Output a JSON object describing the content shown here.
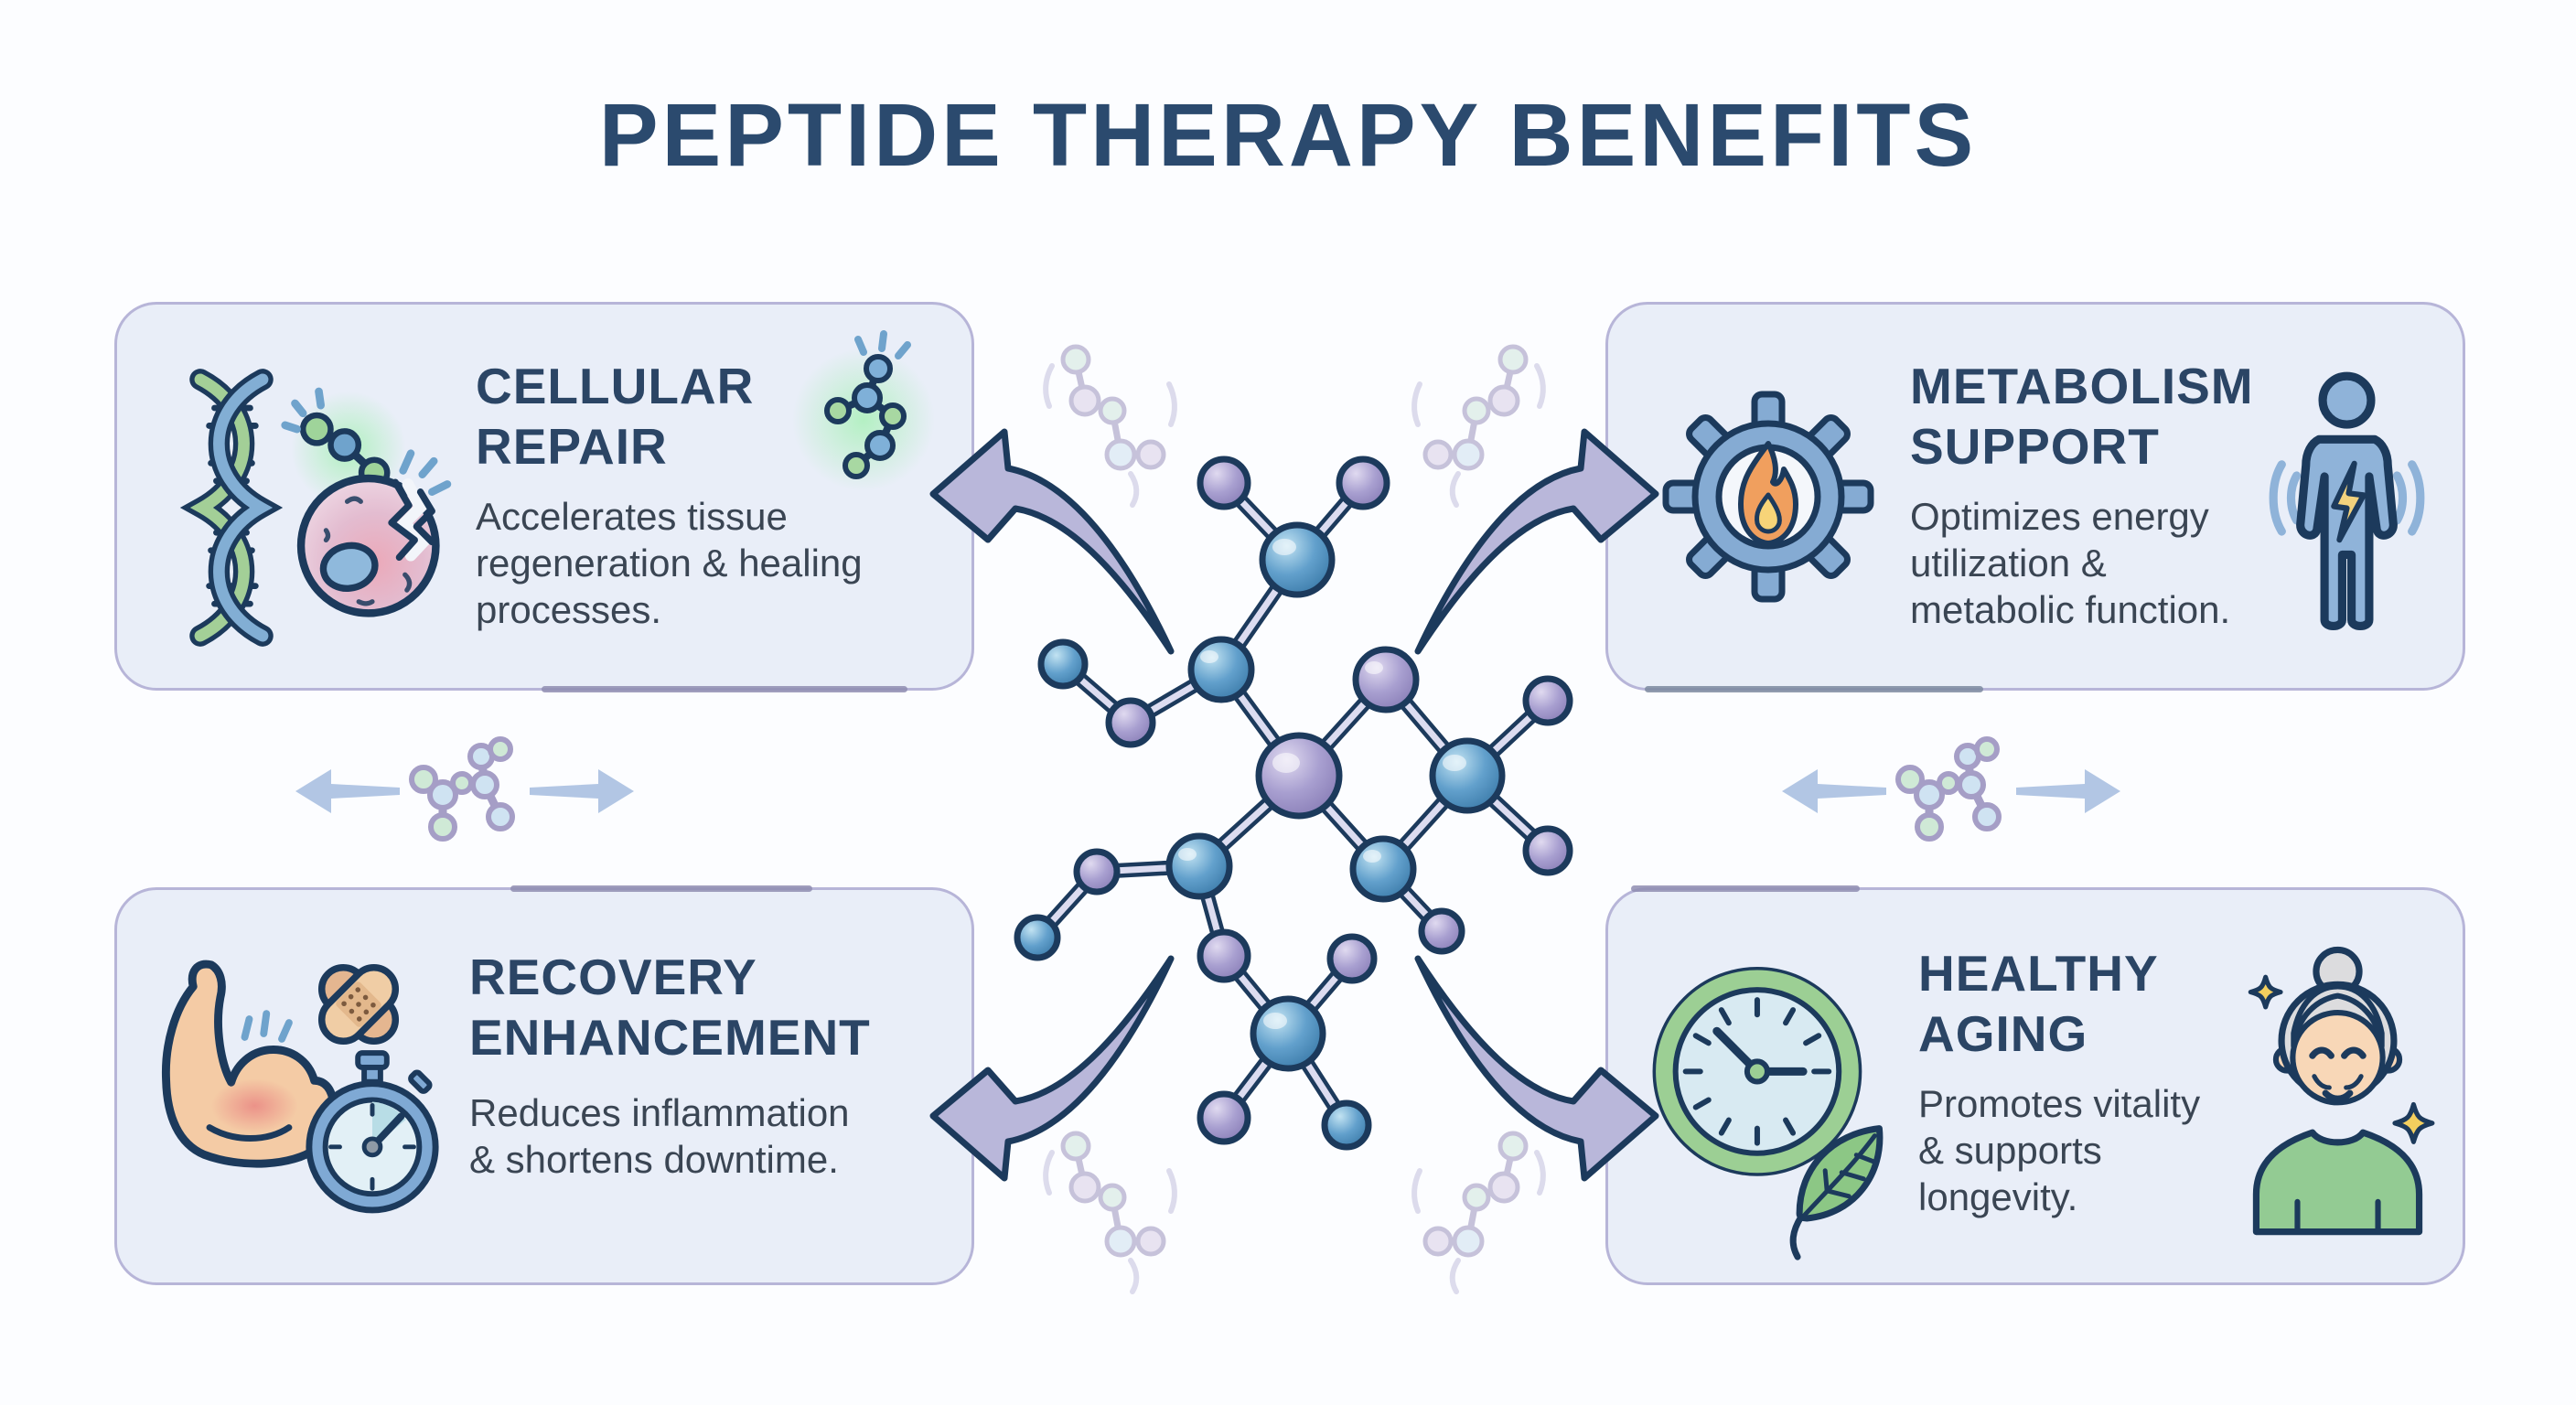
{
  "header": {
    "title": "PEPTIDE THERAPY BENEFITS"
  },
  "cards": [
    {
      "id": "cellular-repair",
      "title": [
        "CELLULAR",
        "REPAIR"
      ],
      "body": [
        "Accelerates tissue",
        "regeneration & healing",
        "processes."
      ],
      "icons": [
        "dna-icon",
        "damaged-cell-icon",
        "peptide-glow-icon",
        "peptide-chain-glow-icon"
      ]
    },
    {
      "id": "metabolism-support",
      "title": [
        "METABOLISM",
        "SUPPORT"
      ],
      "body": [
        "Optimizes energy",
        "utilization &",
        "metabolic function."
      ],
      "icons": [
        "gear-flame-icon",
        "energized-person-icon"
      ]
    },
    {
      "id": "recovery-enhancement",
      "title": [
        "RECOVERY",
        "ENHANCEMENT"
      ],
      "body": [
        "Reduces inflammation",
        "& shortens downtime."
      ],
      "icons": [
        "flexed-arm-icon",
        "crossed-bandages-icon",
        "stopwatch-icon"
      ]
    },
    {
      "id": "healthy-aging",
      "title": [
        "HEALTHY",
        "AGING"
      ],
      "body": [
        "Promotes vitality",
        "& supports",
        "longevity."
      ],
      "icons": [
        "clock-leaf-icon",
        "senior-woman-icon",
        "sparkle-icon"
      ]
    }
  ],
  "center_graphic": {
    "molecule": "peptide-molecule",
    "arrows": [
      "arrow-to-cellular-repair",
      "arrow-to-metabolism-support",
      "arrow-to-recovery-enhancement",
      "arrow-to-healthy-aging",
      "arrow-left-small",
      "arrow-right-small"
    ]
  },
  "colors": {
    "title_text": "#2b4a6e",
    "heading_text": "#2b4565",
    "body_text": "#3a4553",
    "card_background": "#e9eef8",
    "card_border": "#b7b5d8",
    "arrow_fill": "#b9b7da",
    "dark_outline": "#1c3a5c",
    "molecule_blue": "#5a9bc9",
    "molecule_purple": "#a79ecd",
    "flame_orange": "#f09f5e",
    "leaf_green": "#8cc785",
    "skin_tone": "#f4cba5",
    "sparkle_yellow": "#f3cf5e"
  }
}
